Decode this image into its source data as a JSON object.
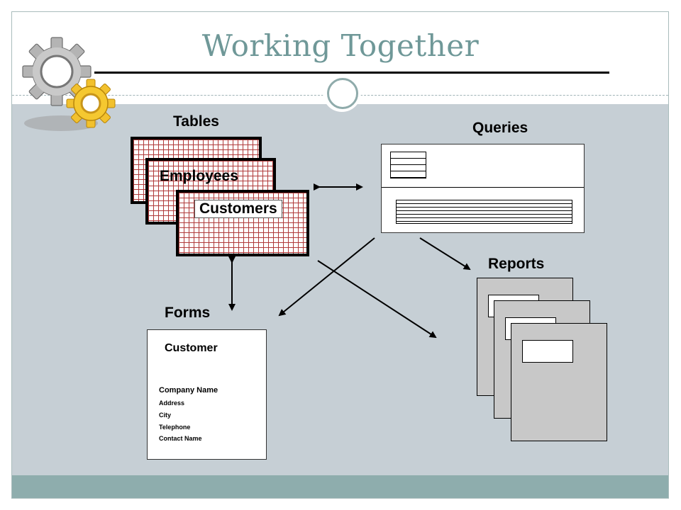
{
  "slide": {
    "title": "Working Together"
  },
  "icons": {
    "gears": "gears-icon",
    "circle": "circle-ring-icon"
  },
  "colors": {
    "title": "#6f9898",
    "content_background": "#c6cfd5",
    "footer_band": "#8eadad",
    "grid_lines": "#b03a3a",
    "report_page": "#c8c8c8"
  },
  "diagram": {
    "tables": {
      "heading": "Tables",
      "cards": [
        "Employees",
        "Customers"
      ]
    },
    "queries": {
      "heading": "Queries"
    },
    "reports": {
      "heading": "Reports"
    },
    "forms": {
      "heading": "Forms",
      "form_title": "Customer",
      "fields": [
        "Company Name",
        "Address",
        "City",
        "Telephone",
        "Contact Name"
      ]
    }
  }
}
